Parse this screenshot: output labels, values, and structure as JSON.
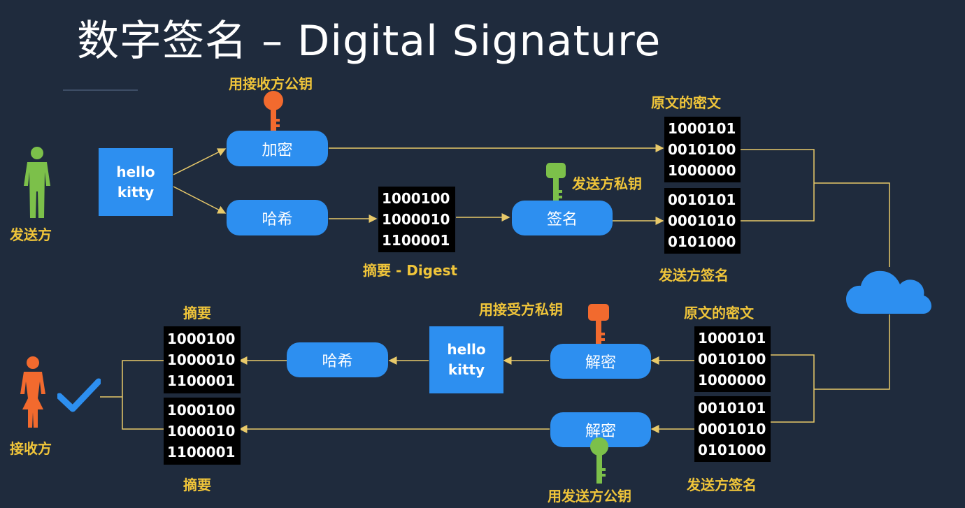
{
  "title": "数字签名 – Digital Signature",
  "sender": {
    "label": "发送方",
    "message": [
      "hello",
      "kitty"
    ],
    "encrypt": "加密",
    "hash": "哈希",
    "sign": "签名",
    "encrypt_key_label": "用接收方公钥",
    "sign_key_label": "发送方私钥",
    "digest": [
      "1000100",
      "1000010",
      "1100001"
    ],
    "digest_label": "摘要 - Digest",
    "cipher_label": "原文的密文",
    "cipher": [
      "1000101",
      "0010100",
      "1000000"
    ],
    "signature": [
      "0010101",
      "0001010",
      "0101000"
    ],
    "signature_label": "发送方签名"
  },
  "receiver": {
    "label": "接收方",
    "cipher_label": "原文的密文",
    "cipher": [
      "1000101",
      "0010100",
      "1000000"
    ],
    "signature": [
      "0010101",
      "0001010",
      "0101000"
    ],
    "signature_label": "发送方签名",
    "decrypt1": "解密",
    "decrypt1_key_label": "用接受方私钥",
    "decrypt2": "解密",
    "decrypt2_key_label": "用发送方公钥",
    "message": [
      "hello",
      "kitty"
    ],
    "hash": "哈希",
    "digest_top_label": "摘要",
    "digest_top": [
      "1000100",
      "1000010",
      "1100001"
    ],
    "digest_bottom": [
      "1000100",
      "1000010",
      "1100001"
    ],
    "digest_bottom_label": "摘要"
  },
  "icons": {
    "sender_person": "person-icon",
    "receiver_person": "person-icon",
    "cloud": "cloud-icon",
    "check": "checkmark-icon",
    "orange_key": "key-icon",
    "green_key": "key-icon"
  },
  "colors": {
    "background": "#1f2b3d",
    "accent": "#2d8ff0",
    "label": "#f0c53a",
    "line": "#e8c96a",
    "orange_key": "#f26a2e",
    "green_key": "#7cc04a"
  }
}
